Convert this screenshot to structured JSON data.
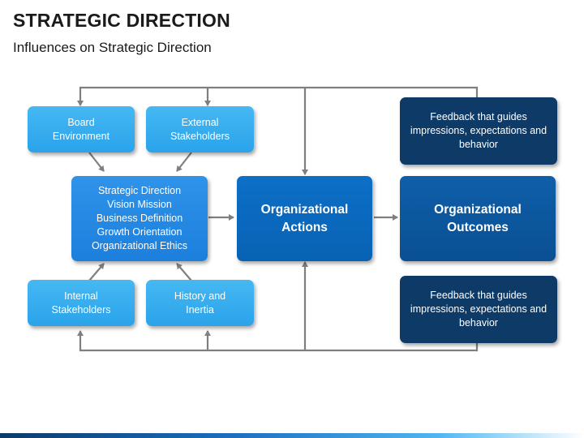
{
  "header": {
    "title": "STRATEGIC DIRECTION",
    "subtitle": "Influences on Strategic Direction"
  },
  "boxes": {
    "board_environment": [
      "Board",
      "Environment"
    ],
    "external_stakeholders": [
      "External",
      "Stakeholders"
    ],
    "strategic_direction": [
      "Strategic Direction",
      "Vision Mission",
      "Business Definition",
      "Growth Orientation",
      "Organizational Ethics"
    ],
    "internal_stakeholders": [
      "Internal",
      "Stakeholders"
    ],
    "history_inertia": [
      "History and",
      "Inertia"
    ],
    "organizational_actions": [
      "Organizational",
      "Actions"
    ],
    "organizational_outcomes": [
      "Organizational",
      "Outcomes"
    ],
    "feedback_top": [
      "Feedback that guides",
      "impressions, expectations and",
      "behavior"
    ],
    "feedback_bottom": [
      "Feedback that guides",
      "impressions, expectations and",
      "behavior"
    ]
  },
  "colors": {
    "light_box": "#2aa3ea",
    "mid_box": "#1c7fdc",
    "dark_box": "#0862b4",
    "navy_box": "#0d3a67",
    "connector": "#7f7f7f"
  }
}
